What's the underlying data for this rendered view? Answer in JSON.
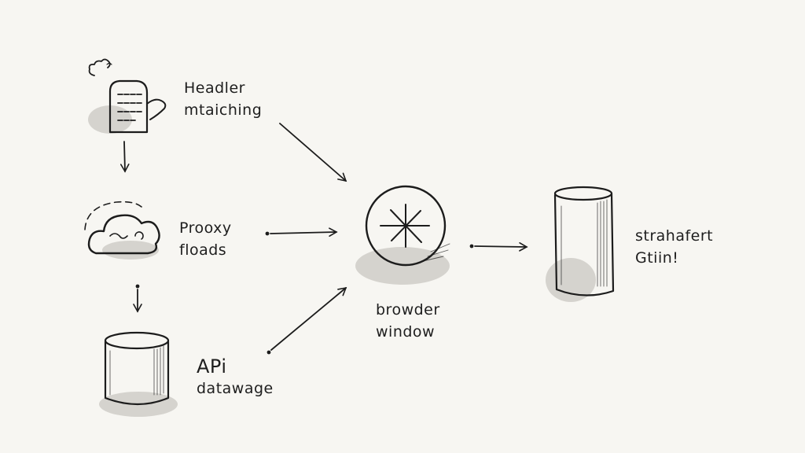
{
  "nodes": {
    "header_matching": {
      "line1": "Headler",
      "line2": "mtaiching",
      "icon": "building-icon"
    },
    "proxy_floads": {
      "line1": "Prooxy",
      "line2": "floads",
      "icon": "cloud-icon"
    },
    "api_datawage": {
      "line1": "APi",
      "line2": "datawage",
      "icon": "database-cylinder-icon"
    },
    "browser_window": {
      "line1": "browder",
      "line2": "window",
      "icon": "compass-circle-icon"
    },
    "strahafert": {
      "line1": "strahafert",
      "line2": "Gtiin!",
      "icon": "tall-cylinder-icon"
    }
  },
  "edges": [
    {
      "from": "header_matching",
      "to": "proxy_floads"
    },
    {
      "from": "proxy_floads",
      "to": "api_datawage"
    },
    {
      "from": "header_matching",
      "to": "browser_window"
    },
    {
      "from": "proxy_floads",
      "to": "browser_window"
    },
    {
      "from": "api_datawage",
      "to": "browser_window"
    },
    {
      "from": "browser_window",
      "to": "strahafert"
    }
  ],
  "colors": {
    "ink": "#1c1c1c",
    "paper": "#f7f6f2",
    "shadow": "#c9c7c2"
  }
}
